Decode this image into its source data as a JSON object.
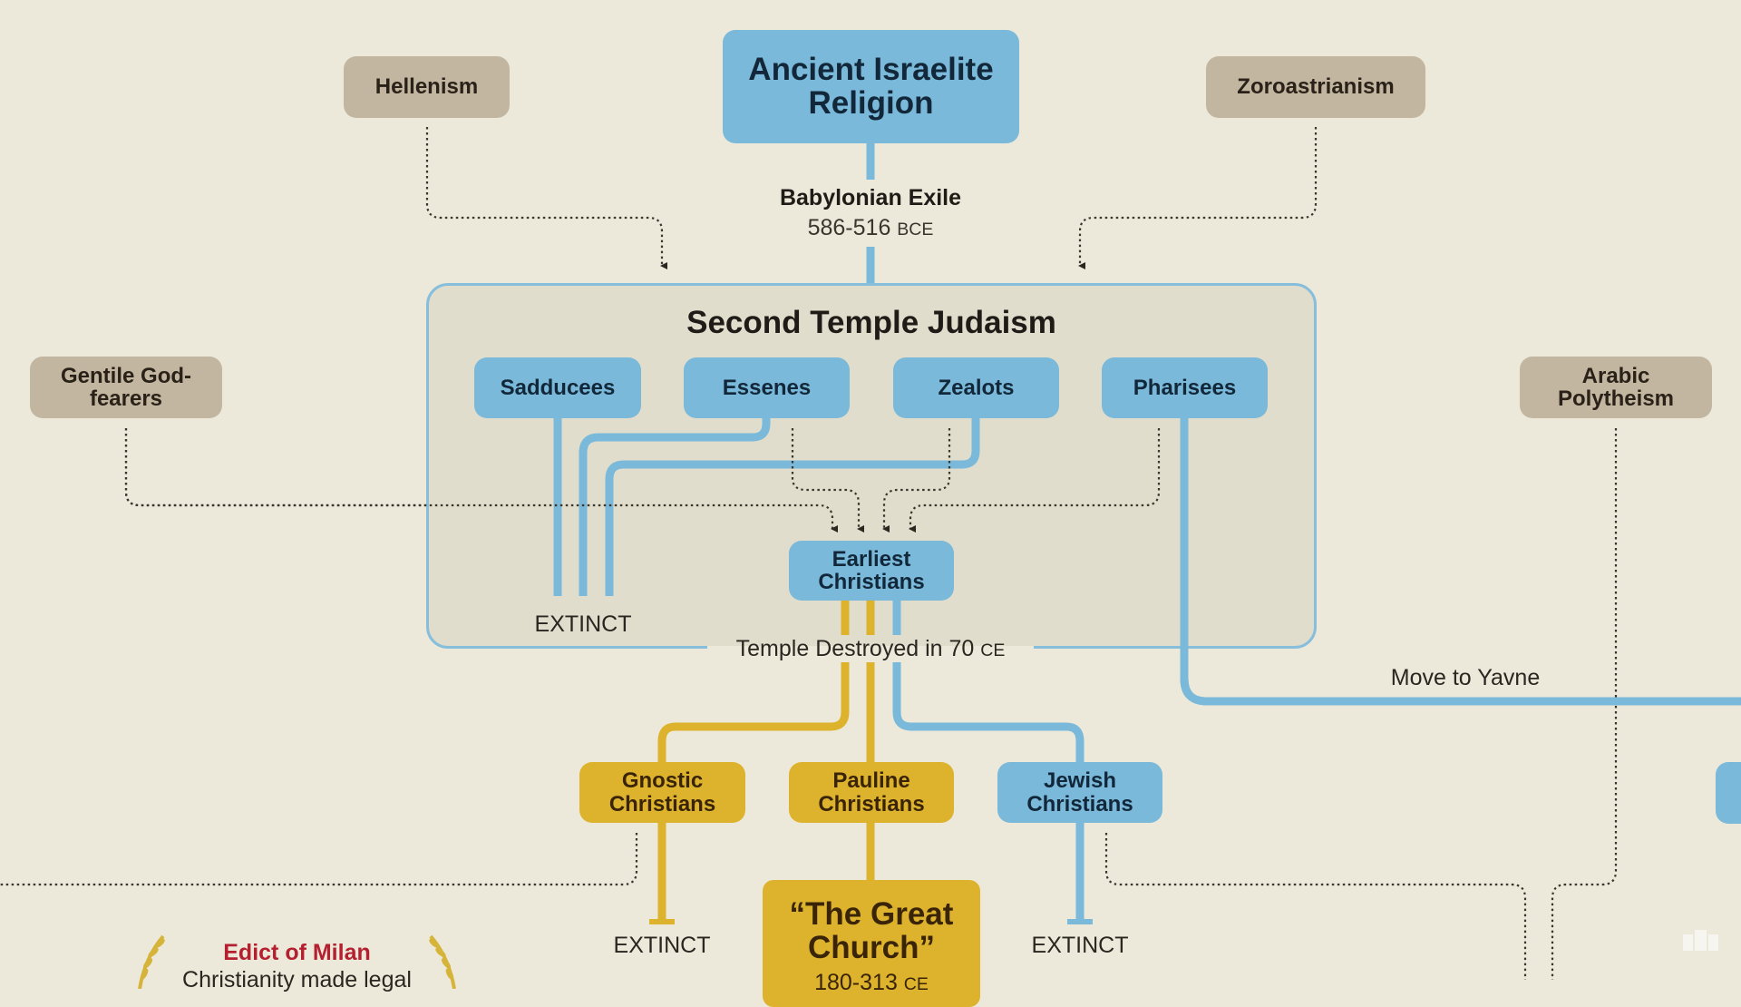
{
  "colors": {
    "background": "#ece9da",
    "judaic_blue": "#7ab9d9",
    "christian_gold": "#ddb32d",
    "external_tan": "#c2b6a0",
    "group_fill": "#e1ddcd",
    "edict_red": "#b52030"
  },
  "nodes": {
    "ancient_israelite": "Ancient Israelite Religion",
    "hellenism": "Hellenism",
    "zoroastrianism": "Zoroastrianism",
    "gentile": "Gentile God-fearers",
    "arabic": "Arabic Polytheism",
    "sadducees": "Sadducees",
    "essenes": "Essenes",
    "zealots": "Zealots",
    "pharisees": "Pharisees",
    "earliest": "Earliest Christians",
    "gnostic": "Gnostic Christians",
    "pauline": "Pauline Christians",
    "jewish": "Jewish Christians",
    "great_church": "“The Great Church”",
    "great_church_dates": "180-313",
    "great_church_era": "CE"
  },
  "group": {
    "title": "Second Temple Judaism"
  },
  "labels": {
    "exile_title": "Babylonian Exile",
    "exile_dates": "586-516",
    "exile_era": "BCE",
    "temple_destroyed": "Temple Destroyed in 70",
    "temple_era": "CE",
    "move_yavne": "Move to Yavne",
    "extinct": "EXTINCT"
  },
  "edict": {
    "title": "Edict of Milan",
    "subtitle": "Christianity made legal"
  },
  "watermark": {
    "icon": "bar-chart-logo-icon"
  }
}
